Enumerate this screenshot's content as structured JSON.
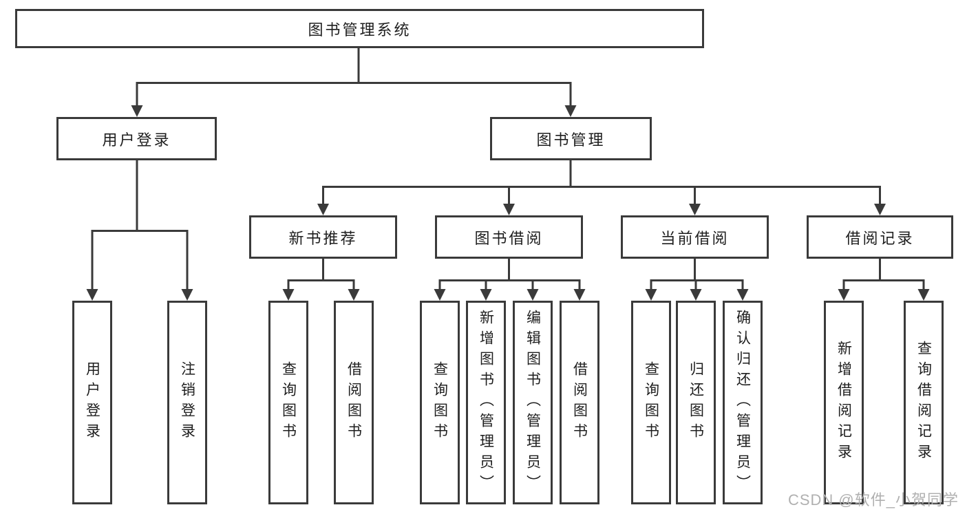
{
  "diagram": {
    "tree": {
      "root": "图书管理系统",
      "l2": [
        {
          "label": "用户登录",
          "leaves": [
            "用户登录",
            "注销登录"
          ]
        },
        {
          "label": "图书管理"
        }
      ],
      "l3": [
        {
          "label": "新书推荐",
          "leaves": [
            "查询图书",
            "借阅图书"
          ]
        },
        {
          "label": "图书借阅",
          "leaves": [
            "查询图书",
            "新增图书（管理员）",
            "编辑图书（管理员）",
            "借阅图书"
          ]
        },
        {
          "label": "当前借阅",
          "leaves": [
            "查询图书",
            "归还图书",
            "确认归还（管理员）"
          ]
        },
        {
          "label": "借阅记录",
          "leaves": [
            "新增借阅记录",
            "查询借阅记录"
          ]
        }
      ]
    },
    "colors": {
      "line": "#3a3a3a",
      "box_border": "#3a3a3a",
      "text": "#1e1e1e",
      "background": "#ffffff",
      "watermark": "#b0b0b0"
    }
  },
  "watermark": {
    "text": "CSDN @软件_小贺同学"
  }
}
